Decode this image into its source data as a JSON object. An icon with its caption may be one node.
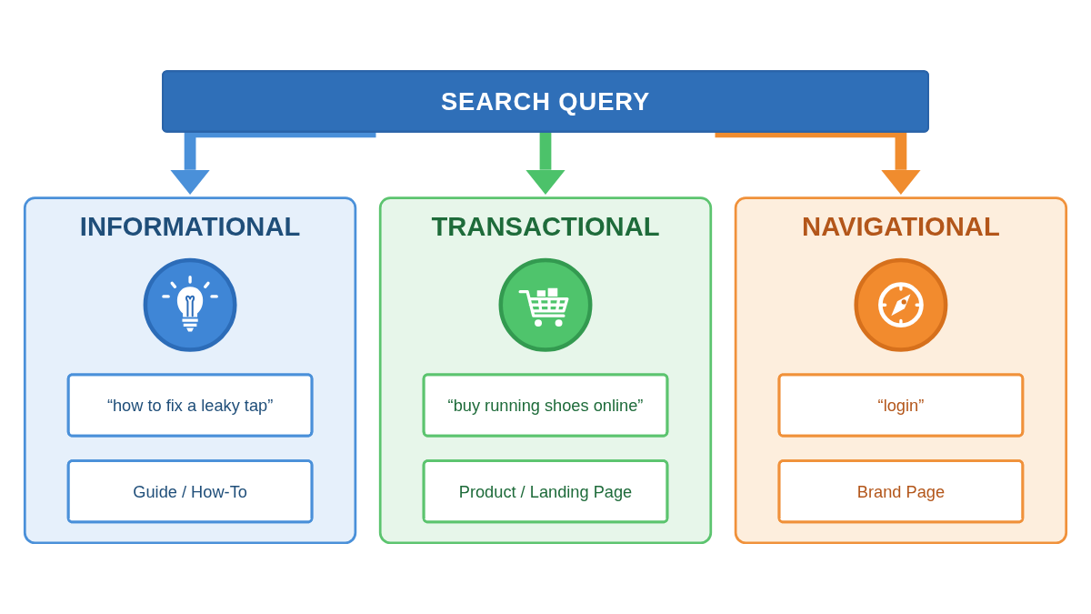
{
  "diagram": {
    "nodes": [
      {
        "text": [
          "SEARCH QUERY"
        ]
      },
      {
        "text": [
          "INFORMATIONAL"
        ]
      },
      {
        "text": [],
        "shape": "picture",
        "in": 1
      },
      {
        "text": [
          "“how to fix a leaky tap”"
        ],
        "in": 1
      },
      {
        "text": [
          "Guide / How-To"
        ],
        "in": 1
      },
      {
        "text": [
          "TRANSACTIONAL"
        ]
      },
      {
        "text": [],
        "shape": "picture",
        "in": 5
      },
      {
        "text": [
          "“buy running shoes online”"
        ],
        "in": 5
      },
      {
        "text": [
          "Product / Landing Page"
        ],
        "in": 5
      },
      {
        "text": [
          "NAVIGATIONAL"
        ]
      },
      {
        "text": [],
        "shape": "picture",
        "in": 9
      },
      {
        "text": [
          "“login”"
        ],
        "in": 9
      },
      {
        "text": [
          "Brand Page"
        ],
        "in": 9
      }
    ],
    "edges": [
      {
        "from": 0,
        "to": 1,
        "arrow": "to",
        "color": "#4a90d9"
      },
      {
        "from": 0,
        "to": 5,
        "arrow": "to",
        "color": "#4cc26a"
      },
      {
        "from": 0,
        "to": 9,
        "arrow": "to",
        "color": "#f08c2e"
      }
    ]
  }
}
